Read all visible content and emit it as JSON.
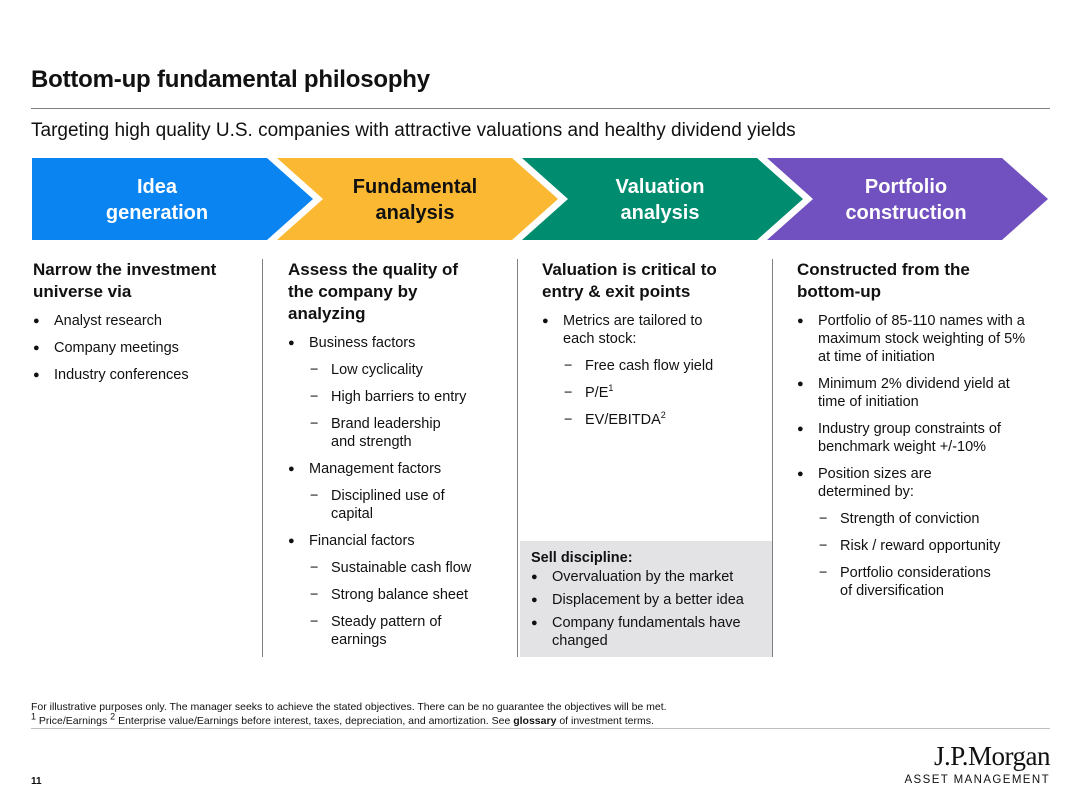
{
  "title": "Bottom-up fundamental philosophy",
  "subtitle": "Targeting high quality U.S. companies with attractive valuations and healthy dividend yields",
  "steps": [
    {
      "line1": "Idea",
      "line2": "generation",
      "color": "#0a84f0",
      "text_color": "#ffffff"
    },
    {
      "line1": "Fundamental",
      "line2": "analysis",
      "color": "#fbb832",
      "text_color": "#111111"
    },
    {
      "line1": "Valuation",
      "line2": "analysis",
      "color": "#008c6e",
      "text_color": "#ffffff"
    },
    {
      "line1": "Portfolio",
      "line2": "construction",
      "color": "#7150c0",
      "text_color": "#ffffff"
    }
  ],
  "columns": [
    {
      "heading_lines": [
        "Narrow the investment",
        "universe via"
      ],
      "bullets": [
        "Analyst research",
        "Company meetings",
        "Industry conferences"
      ]
    },
    {
      "heading_lines": [
        "Assess the quality of",
        "the company by",
        "analyzing"
      ],
      "business_factors": "Business factors",
      "business_items": [
        "Low cyclicality",
        "High barriers to entry",
        "Brand leadership",
        "and strength"
      ],
      "management_factors": "Management factors",
      "management_items": [
        "Disciplined use of",
        "capital"
      ],
      "financial_factors": "Financial factors",
      "financial_items": [
        "Sustainable cash flow",
        "Strong balance sheet",
        "Steady pattern of",
        "earnings"
      ]
    },
    {
      "heading_lines": [
        "Valuation is critical to",
        "entry & exit points"
      ],
      "metrics_lines": [
        "Metrics are tailored to",
        "each stock:"
      ],
      "metric_items": [
        "Free cash flow yield",
        "P/E",
        "EV/EBITDA"
      ],
      "sup1": "1",
      "sup2": "2",
      "sell_heading": "Sell discipline:",
      "sell_items": [
        "Overvaluation by the market",
        "Displacement by a better idea",
        "Company fundamentals have",
        "changed"
      ]
    },
    {
      "heading_lines": [
        "Constructed from the",
        "bottom-up"
      ],
      "bullet1_lines": [
        "Portfolio of 85-110 names with a",
        "maximum stock weighting of 5%",
        "at time of initiation"
      ],
      "bullet2_lines": [
        "Minimum 2% dividend yield at",
        "time of initiation"
      ],
      "bullet3_lines": [
        "Industry group constraints of",
        "benchmark weight +/-10%"
      ],
      "bullet4_lines": [
        "Position sizes are",
        "determined by:"
      ],
      "sub_items": [
        "Strength of conviction",
        "Risk / reward opportunity",
        "Portfolio considerations",
        "of diversification"
      ]
    }
  ],
  "footnote1": "For illustrative purposes only. The manager seeks to achieve the stated objectives. There can be no guarantee the objectives will be met.",
  "footnote2_sup1": "1",
  "footnote2_a": " Price/Earnings ",
  "footnote2_sup2": "2",
  "footnote2_b": " Enterprise value/Earnings before interest, taxes, depreciation, and amortization. See ",
  "footnote2_bold": "glossary",
  "footnote2_c": " of investment terms.",
  "page_number": "11",
  "logo_brand": "J.P.Morgan",
  "logo_sub": "ASSET MANAGEMENT"
}
